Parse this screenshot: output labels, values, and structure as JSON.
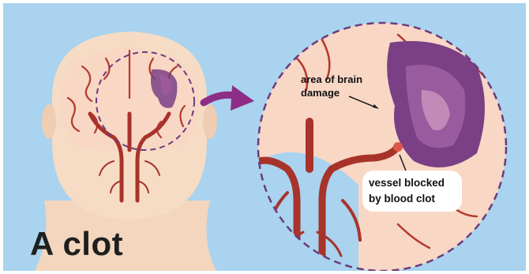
{
  "title": "A clot",
  "labels": {
    "damage": "area of brain\ndamage",
    "clot": "vessel blocked\nby blood clot"
  },
  "colors": {
    "background": "#a9d3ee",
    "skin": "#f6dcc4",
    "brain": "#f9d7c5",
    "artery": "#a8332b",
    "damage": "#7a3f84",
    "arrow": "#8e2d86",
    "dashed_outline": "#6b3c7c"
  }
}
